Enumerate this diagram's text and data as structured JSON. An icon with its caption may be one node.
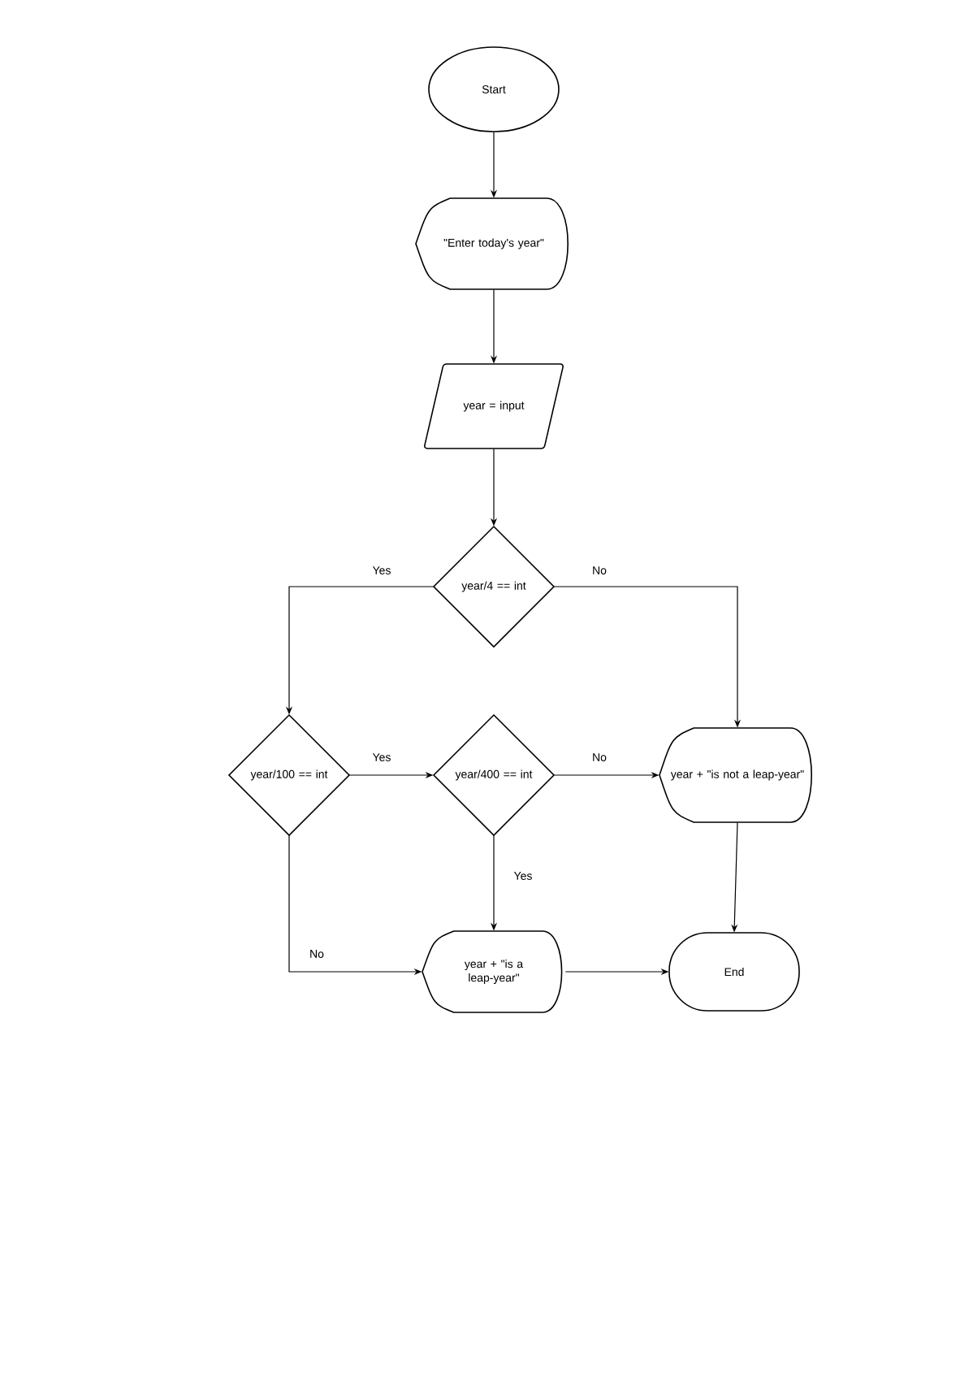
{
  "diagram": {
    "nodes": [
      {
        "text": [
          "Start"
        ]
      },
      {
        "text": [
          "\"Enter today's year\""
        ]
      },
      {
        "text": [
          "year = input"
        ]
      },
      {
        "text": [
          "year/4 == int"
        ]
      },
      {
        "text": [
          "year/100 == int"
        ]
      },
      {
        "text": [
          "year/400 == int"
        ]
      },
      {
        "text": [
          "year + \"is not a leap-year\""
        ]
      },
      {
        "text": [
          "year + \"is a leap-year\""
        ]
      },
      {
        "text": [
          "End"
        ]
      }
    ],
    "edges": [
      {
        "from": 0,
        "to": 1,
        "arrow": "to"
      },
      {
        "from": 1,
        "to": 2,
        "arrow": "to"
      },
      {
        "from": 2,
        "to": 3,
        "arrow": "to"
      },
      {
        "from": 3,
        "to": 4,
        "arrow": "to",
        "label": "Yes"
      },
      {
        "from": 3,
        "to": 6,
        "arrow": "to",
        "label": "No"
      },
      {
        "from": 4,
        "to": 5,
        "arrow": "to",
        "label": "Yes"
      },
      {
        "from": 4,
        "to": 7,
        "arrow": "to",
        "label": "No"
      },
      {
        "from": 5,
        "to": 6,
        "arrow": "to",
        "label": "No"
      },
      {
        "from": 5,
        "to": 7,
        "arrow": "to",
        "label": "Yes"
      },
      {
        "from": 6,
        "to": 8,
        "arrow": "to"
      },
      {
        "from": 7,
        "to": 8,
        "arrow": "to"
      }
    ]
  }
}
